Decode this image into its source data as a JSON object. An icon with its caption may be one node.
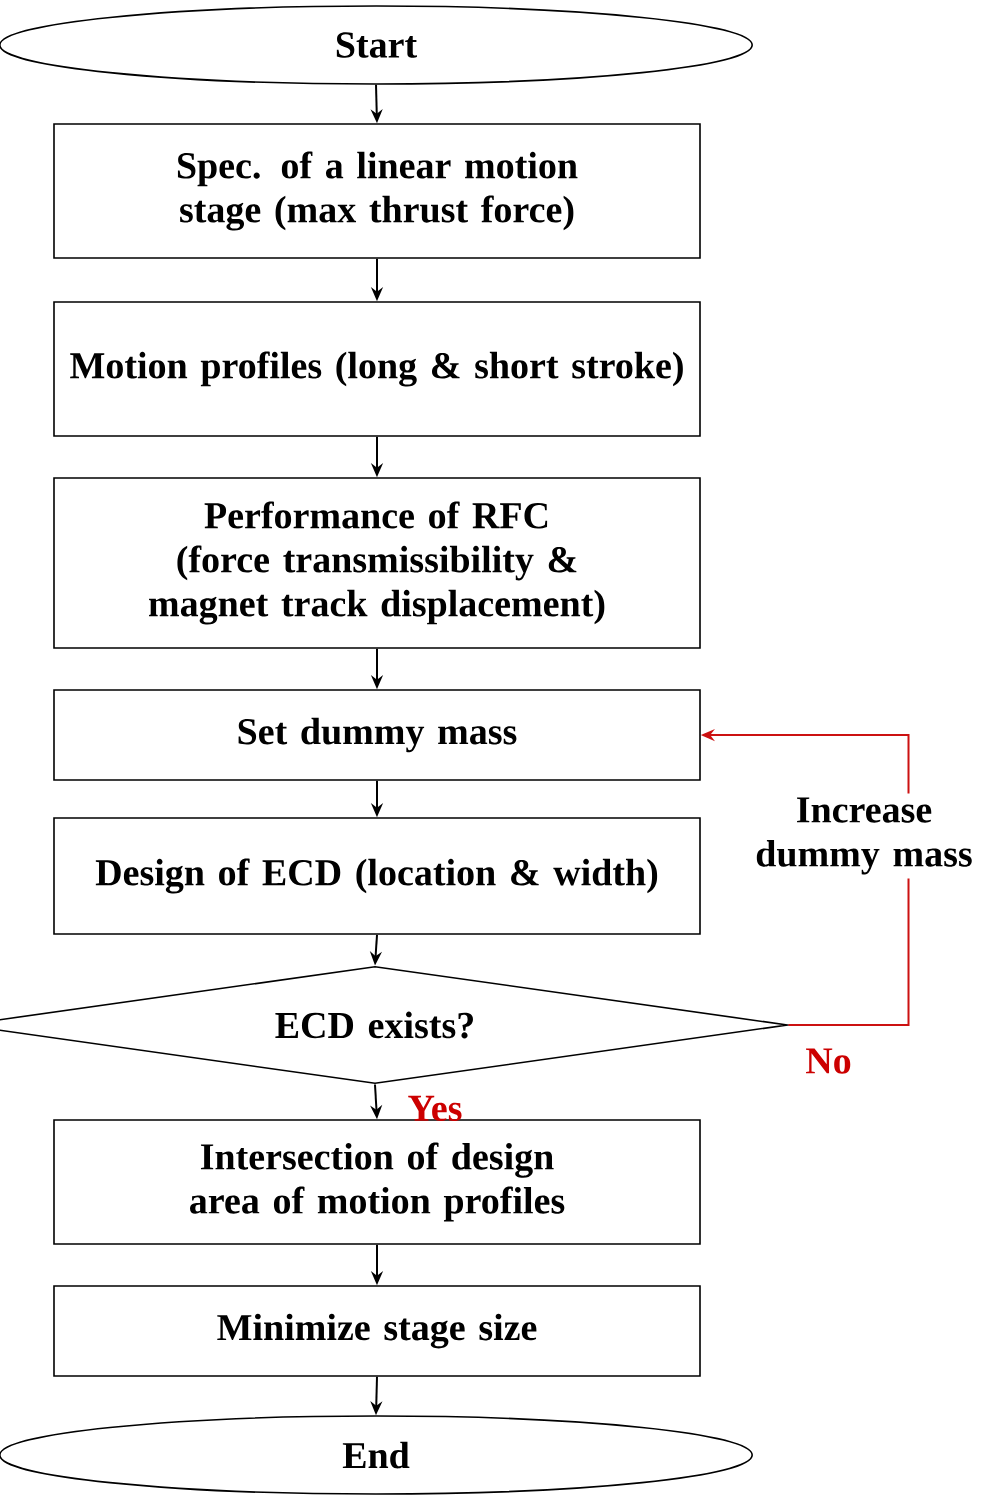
{
  "diagram": {
    "nodes": [
      {
        "text": [
          "Start"
        ]
      },
      {
        "text": [
          "Spec. of a linear motion stage (max thrust force)"
        ]
      },
      {
        "text": [
          "Motion profiles (long & short stroke)"
        ]
      },
      {
        "text": [
          "Performance of RFC (force transmissibility & magnet track displacement)"
        ]
      },
      {
        "text": [
          "Set dummy mass"
        ]
      },
      {
        "text": [
          "Design of ECD (location & width)"
        ]
      },
      {
        "text": [
          "ECD exists?"
        ]
      },
      {
        "text": [
          "Intersection of design area of motion profiles"
        ]
      },
      {
        "text": [
          "Minimize stage size"
        ]
      },
      {
        "text": [
          "End"
        ]
      }
    ],
    "edges": [
      {
        "from": 0,
        "to": 1,
        "arrow": "to"
      },
      {
        "from": 1,
        "to": 2,
        "arrow": "to"
      },
      {
        "from": 2,
        "to": 3,
        "arrow": "to"
      },
      {
        "from": 3,
        "to": 4,
        "arrow": "to"
      },
      {
        "from": 4,
        "to": 5,
        "arrow": "to"
      },
      {
        "from": 5,
        "to": 6,
        "arrow": "to"
      },
      {
        "from": 6,
        "to": 7,
        "arrow": "to",
        "label": "Yes"
      },
      {
        "from": 7,
        "to": 8,
        "arrow": "to"
      },
      {
        "from": 8,
        "to": 9,
        "arrow": "to"
      },
      {
        "from": 6,
        "to": 4,
        "arrow": "to",
        "label": "No",
        "color": "#cc1111"
      }
    ],
    "labels": [
      "Increase dummy mass"
    ]
  }
}
